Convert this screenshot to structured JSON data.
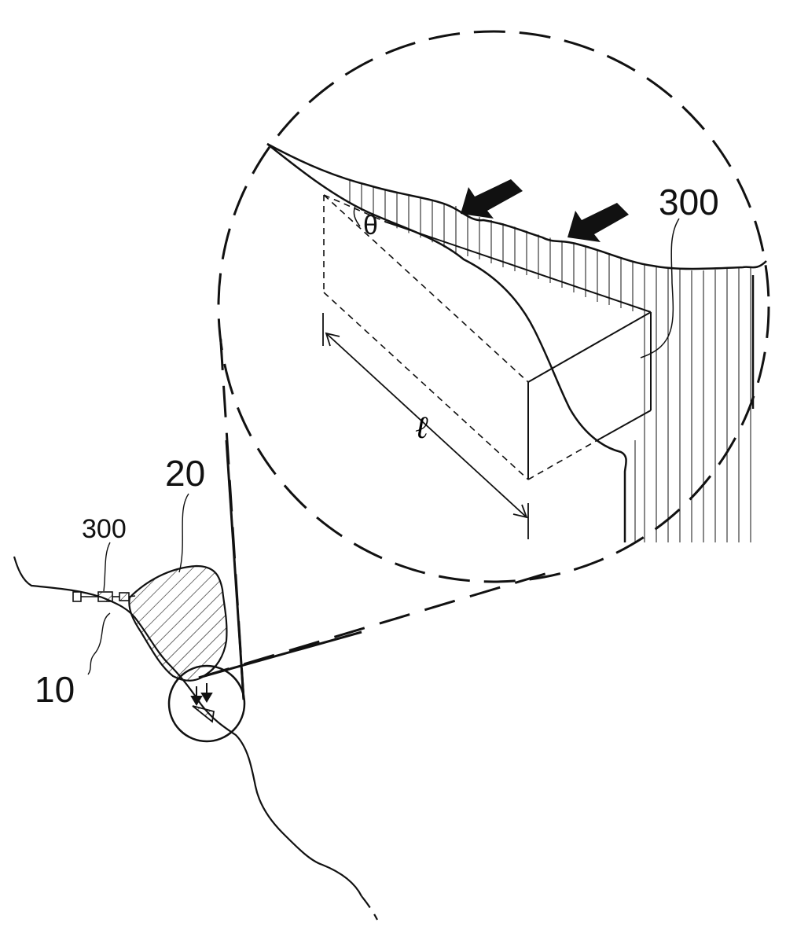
{
  "labels": {
    "ref_300_large": "300",
    "ref_300_small": "300",
    "ref_20": "20",
    "ref_10": "10",
    "angle_theta": "θ",
    "length_l": "ℓ"
  },
  "colors": {
    "line": "#111111",
    "background": "#ffffff"
  }
}
